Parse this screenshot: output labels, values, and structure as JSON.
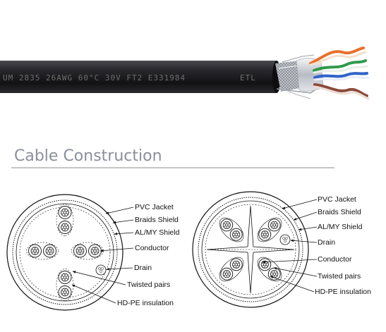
{
  "cable_print": "UM 2835 26AWG 60°C 30V FT2 E331984",
  "cable_print_end": "ETL",
  "section_heading": "Cable Construction",
  "diagram_left": {
    "labels": [
      "PVC Jacket",
      "Braids Shield",
      "AL/MY Shield",
      "Conductor",
      "Drain",
      "Twisted pairs",
      "HD-PE insulation"
    ]
  },
  "diagram_right": {
    "labels": [
      "PVC Jacket",
      "Braids Shield",
      "AL/MY Shield",
      "Drain",
      "Conductor",
      "Twisted pairs",
      "HD-PE insulation"
    ]
  },
  "colors": {
    "jacket": "#1e1e22",
    "heading": "#8a8f9a",
    "wire_orange": "#e8702a",
    "wire_green": "#2f9a4a",
    "wire_blue": "#2f63c9",
    "wire_brown": "#8b4a3a",
    "shield": "#c9ccd2"
  }
}
